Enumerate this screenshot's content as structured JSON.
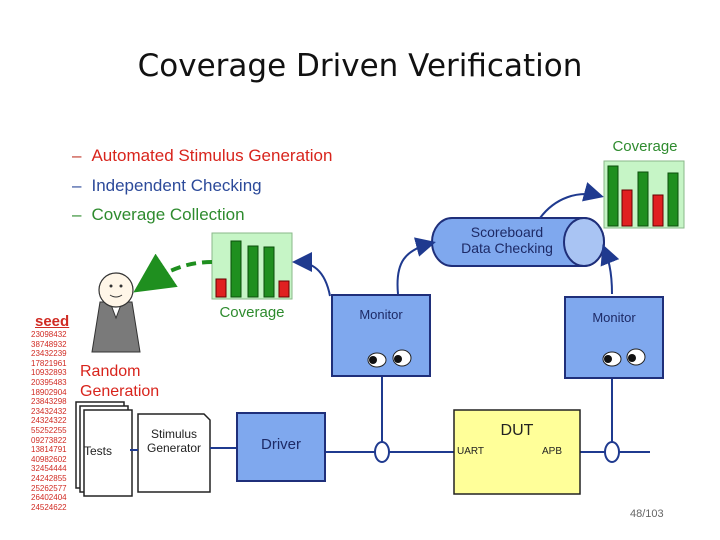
{
  "title": "Coverage Driven Verification",
  "bullets": [
    {
      "dash": "–",
      "text": "Automated Stimulus Generation",
      "color": "red"
    },
    {
      "dash": "–",
      "text": "Independent Checking",
      "color": "blue"
    },
    {
      "dash": "–",
      "text": "Coverage Collection",
      "color": "green"
    }
  ],
  "coverage_top_label": "Coverage",
  "coverage_mid_label": "Coverage",
  "scoreboard": {
    "line1": "Scoreboard",
    "line2": "Data Checking"
  },
  "monitor_left": "Monitor",
  "monitor_right": "Monitor",
  "seed_title": "seed",
  "seeds": [
    "23098432",
    "38748932",
    "23432239",
    "17821961",
    "10932893",
    "20395483",
    "18902904",
    "23843298",
    "23432432",
    "24324322",
    "55252255",
    "09273822",
    "13814791",
    "40982602",
    "32454444",
    "24242855",
    "25262577",
    "26402404",
    "24524622"
  ],
  "random_generation": {
    "line1": "Random",
    "line2": "Generation"
  },
  "tests_label": "Tests",
  "stimulus_generator": {
    "line1": "Stimulus",
    "line2": "Generator"
  },
  "driver_label": "Driver",
  "dut": {
    "title": "DUT",
    "left_port": "UART",
    "right_port": "APB"
  },
  "page_number": "48/103",
  "colors": {
    "accent_blue": "#7fa8ee",
    "dut_yellow": "#ffff99",
    "bar_green": "#1f8f1f",
    "bar_red": "#e02020",
    "chart_bg": "#c6f5c6"
  }
}
